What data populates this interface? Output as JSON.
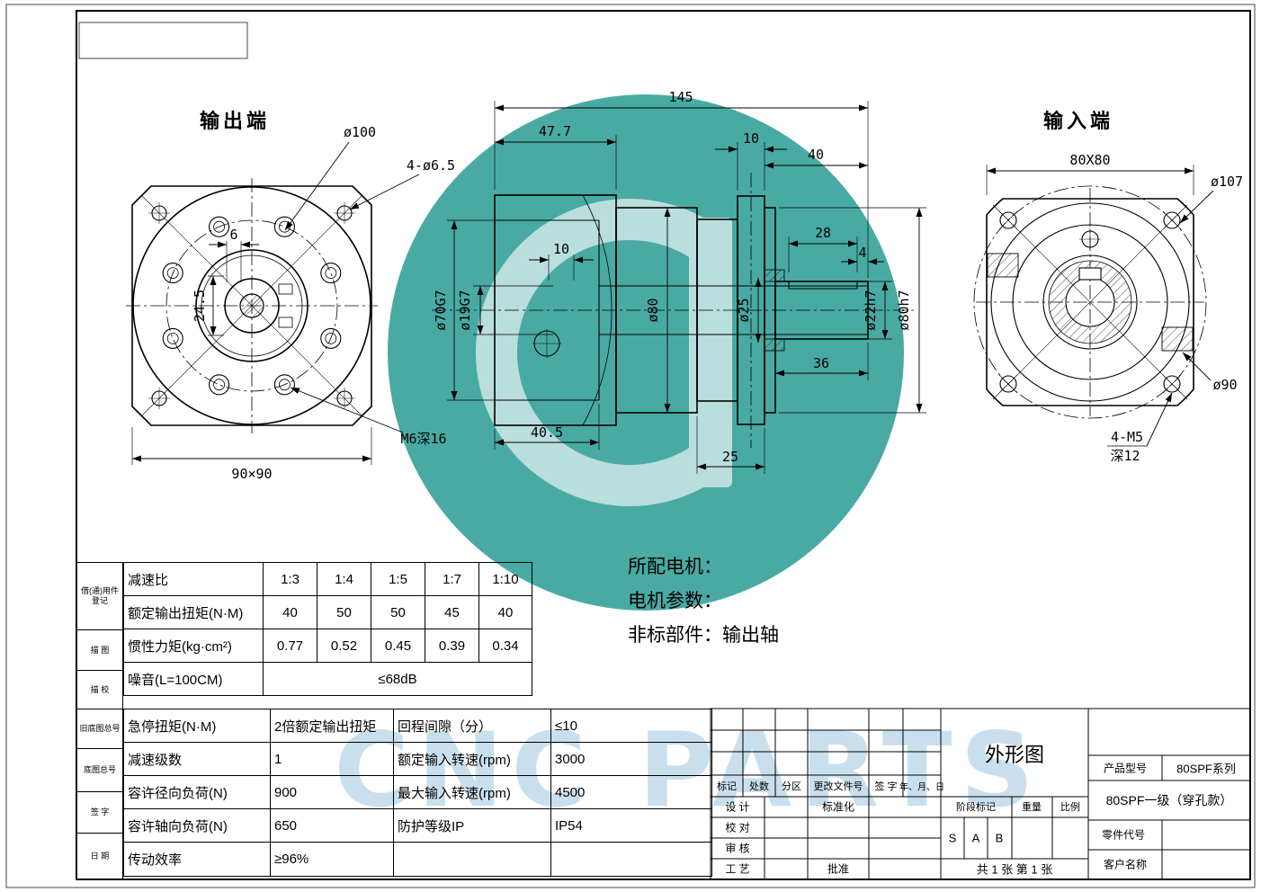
{
  "page": {
    "title_output_end": "输出端",
    "title_input_end": "输入端",
    "watermark_text": "CNC PARTS",
    "accent_teal": "#2E9D96",
    "watermark_blue": "#BCD8EB"
  },
  "notes": {
    "line1": "所配电机：",
    "line2": "电机参数：",
    "line3": "非标部件：输出轴"
  },
  "left_view": {
    "d_bolt_circle": "ø100",
    "d_corner_holes": "4-ø6.5",
    "d_keyway": "6",
    "d_height": "24.5",
    "d_tap": "M6深16",
    "d_flange": "90×90"
  },
  "middle_view": {
    "len_total": "145",
    "len_front": "47.7",
    "len_flange": "10",
    "len_shaft": "40",
    "len_bore_step": "10",
    "len_keyway": "28",
    "len_key_end": "4",
    "d_bore_front": "ø70G7",
    "d_bore_inner": "ø19G7",
    "d_body": "ø80",
    "d_bore_flange": "ø25",
    "d_shaft": "ø22h7",
    "d_spigot": "ø80h7",
    "len_shaft2": "36",
    "len_bore_depth": "40.5",
    "len_rear": "25"
  },
  "right_view": {
    "d_flange": "80X80",
    "d_outer": "ø107",
    "d_bolt_circle": "ø90",
    "d_tap": "4-M5",
    "d_tap_depth": "深12"
  },
  "spec_table": {
    "r1": {
      "label": "减速比",
      "v1": "1:3",
      "v2": "1:4",
      "v3": "1:5",
      "v4": "1:7",
      "v5": "1:10"
    },
    "r2": {
      "label": "额定输出扭矩(N·M)",
      "v1": "40",
      "v2": "50",
      "v3": "50",
      "v4": "45",
      "v5": "40"
    },
    "r3": {
      "label": "惯性力矩(kg·cm²)",
      "v1": "0.77",
      "v2": "0.52",
      "v3": "0.45",
      "v4": "0.39",
      "v5": "0.34"
    },
    "r4": {
      "label": "噪音(L=100CM)",
      "value": "≤68dB"
    }
  },
  "param_table": {
    "r1": {
      "c1": "急停扭矩(N·M)",
      "c2": "2倍额定输出扭矩",
      "c3": "回程间隙（分）",
      "c4": "≤10"
    },
    "r2": {
      "c1": "减速级数",
      "c2": "1",
      "c3": "额定输入转速(rpm)",
      "c4": "3000"
    },
    "r3": {
      "c1": "容许径向负荷(N)",
      "c2": "900",
      "c3": "最大输入转速(rpm)",
      "c4": "4500"
    },
    "r4": {
      "c1": "容许轴向负荷(N)",
      "c2": "650",
      "c3": "防护等级IP",
      "c4": "IP54"
    },
    "r5": {
      "c1": "传动效率",
      "c2": "≥96%",
      "c3": "",
      "c4": ""
    }
  },
  "margin_labels": {
    "m1": "借(通)用件登记",
    "m2": "描 图",
    "m3": "描 校",
    "m4": "旧底图总号",
    "m5": "底图总号",
    "m6": "签 字",
    "m7": "日 期"
  },
  "title_block": {
    "drawing_name": "外形图",
    "product_model_label": "产品型号",
    "product_model": "80SPF系列",
    "product_name": "80SPF一级（穿孔款）",
    "part_code_label": "零件代号",
    "customer_label": "客户名称",
    "h_mark": "标记",
    "h_count": "处数",
    "h_zone": "分区",
    "h_doc": "更改文件号",
    "h_sign": "签 字",
    "h_date": "年、月、日",
    "design": "设 计",
    "standardize": "标准化",
    "check": "校 对",
    "audit": "审 核",
    "process": "工 艺",
    "approve": "批准",
    "stage_label": "阶段标记",
    "weight_label": "重量",
    "scale_label": "比例",
    "s1": "S",
    "s2": "A",
    "s3": "B",
    "sheets": "共 1 张  第 1 张"
  }
}
